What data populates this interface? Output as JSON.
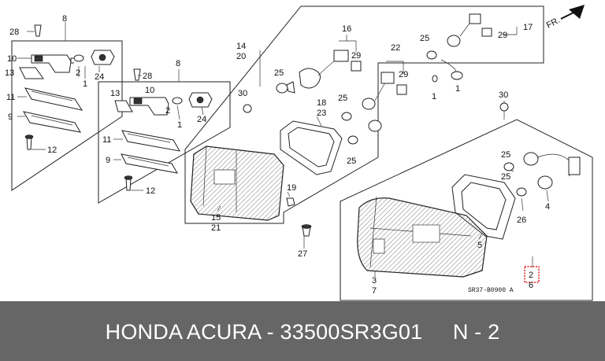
{
  "labels": {
    "l8a": "8",
    "l28a": "28",
    "l10a": "10",
    "l2a": "2",
    "l13a": "13",
    "l1a": "1",
    "l24a": "24",
    "l11a": "11",
    "l9a": "9",
    "l12a": "12",
    "l8b": "8",
    "l28b": "28",
    "l10b": "10",
    "l13b": "13",
    "l2b": "2",
    "l1b": "1",
    "l24b": "24",
    "l11b": "11",
    "l9b": "9",
    "l12b": "12",
    "l14": "14",
    "l20": "20",
    "l16": "16",
    "l29a": "29",
    "l25a": "25",
    "l30a": "30",
    "l18": "18",
    "l23": "23",
    "l25b": "25",
    "l22": "22",
    "l29b": "29",
    "l1c": "1",
    "l25c": "25",
    "l25d": "25",
    "l29c": "29",
    "l17": "17",
    "l1d": "1",
    "l19": "19",
    "l15": "15",
    "l21": "21",
    "l27": "27",
    "l30b": "30",
    "l25e": "25",
    "l25f": "25",
    "l4": "4",
    "l26": "26",
    "l5": "5",
    "l3": "3",
    "l7": "7",
    "l2c": "2",
    "l6": "6",
    "fr": "FR."
  },
  "diagram_code": "SR37-B0900 A",
  "footer": {
    "title": "HONDA ACURA - 33500SR3G01     N - 2"
  },
  "colors": {
    "footer_bg": "#666666",
    "footer_text": "#ffffff",
    "highlight": "#e02020"
  }
}
